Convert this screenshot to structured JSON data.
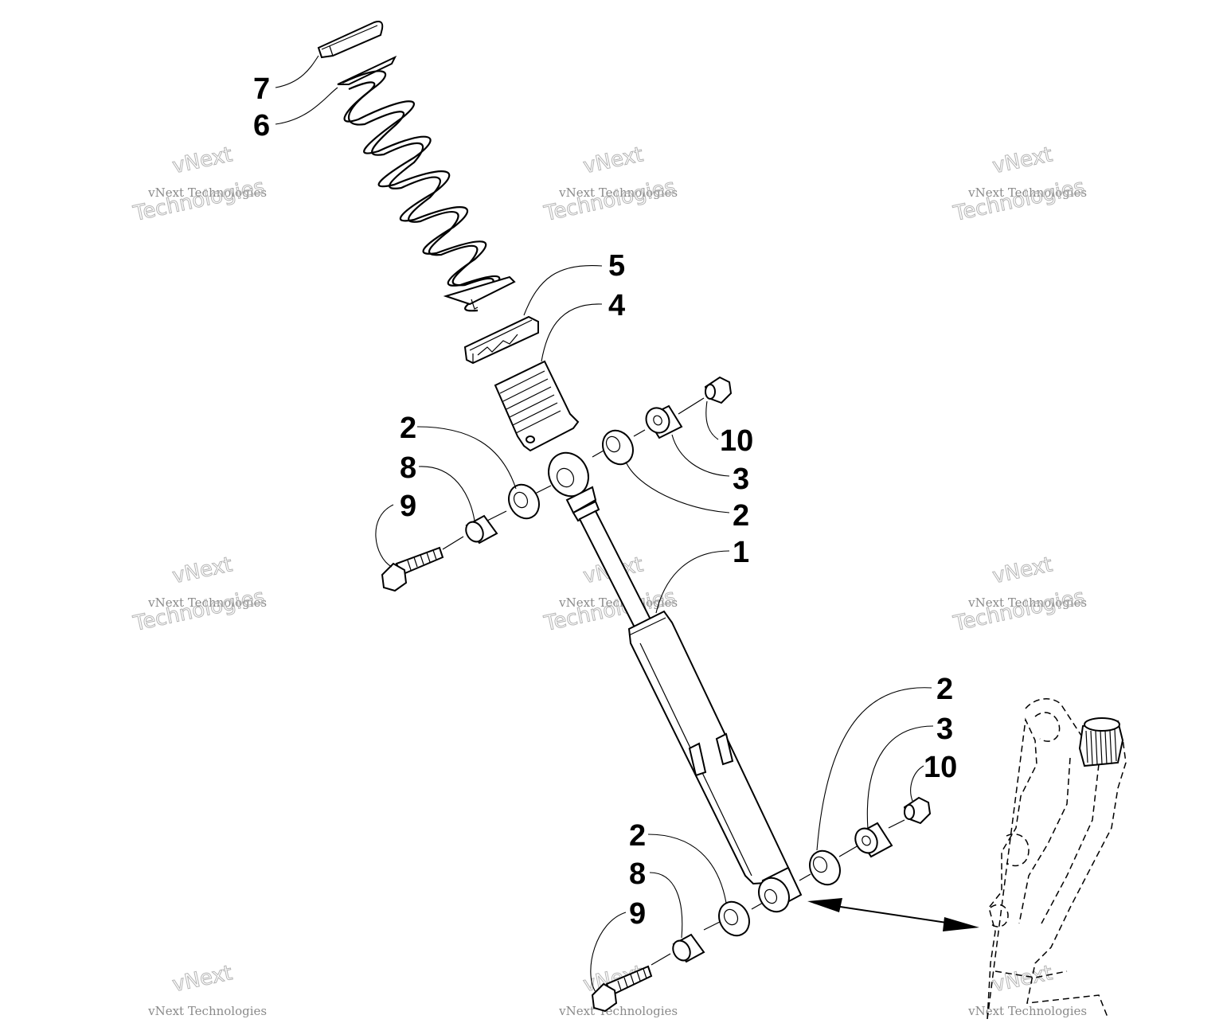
{
  "diagram": {
    "callouts": [
      {
        "id": "c7",
        "text": "7"
      },
      {
        "id": "c6",
        "text": "6"
      },
      {
        "id": "c5",
        "text": "5"
      },
      {
        "id": "c4",
        "text": "4"
      },
      {
        "id": "c10a",
        "text": "10"
      },
      {
        "id": "c3a",
        "text": "3"
      },
      {
        "id": "c2a",
        "text": "2"
      },
      {
        "id": "c2b",
        "text": "2"
      },
      {
        "id": "c8a",
        "text": "8"
      },
      {
        "id": "c9a",
        "text": "9"
      },
      {
        "id": "c1",
        "text": "1"
      },
      {
        "id": "c2c",
        "text": "2"
      },
      {
        "id": "c3b",
        "text": "3"
      },
      {
        "id": "c10b",
        "text": "10"
      },
      {
        "id": "c2d",
        "text": "2"
      },
      {
        "id": "c8b",
        "text": "8"
      },
      {
        "id": "c9b",
        "text": "9"
      }
    ],
    "watermark": {
      "line1": "vNext",
      "line2": "vNext Technologies",
      "line3": "Technologies"
    }
  }
}
